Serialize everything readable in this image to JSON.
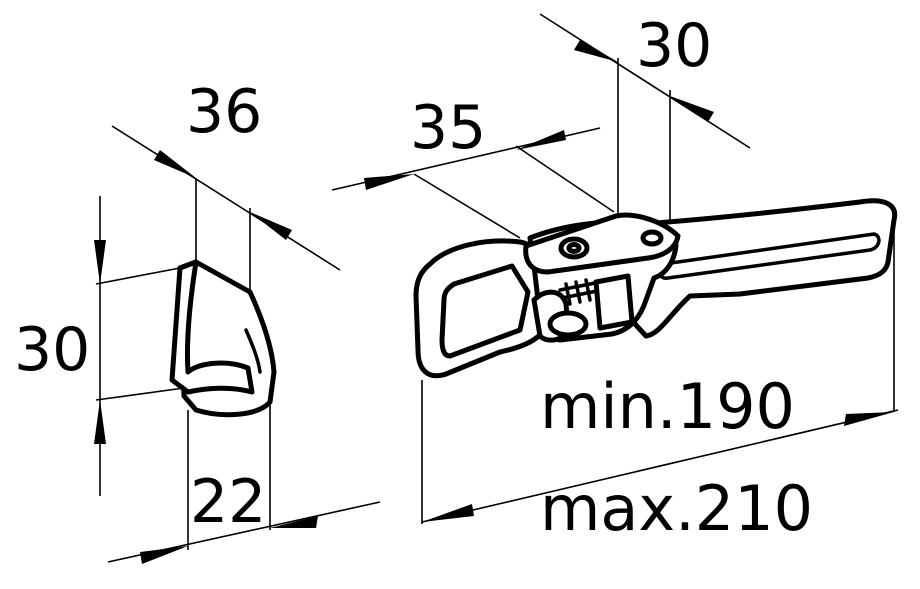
{
  "dimensions": {
    "keeper_length": "36",
    "keeper_height": "30",
    "keeper_width": "22",
    "latch_offset": "35",
    "latch_width": "30",
    "min_length": "min.190",
    "max_length": "max.210"
  },
  "colors": {
    "line": "#000000",
    "background": "#ffffff"
  }
}
